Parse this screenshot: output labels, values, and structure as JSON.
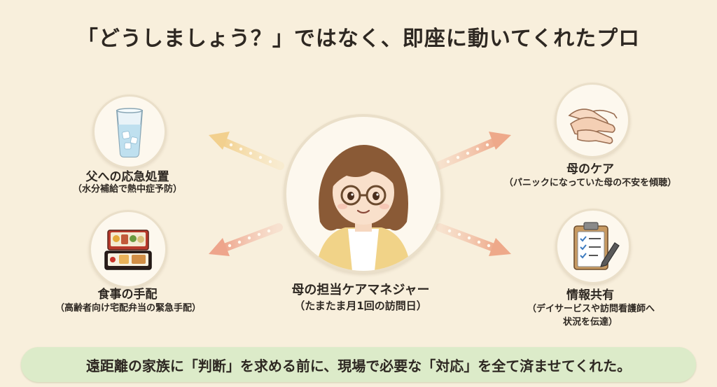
{
  "title": "「どうしましょう？」ではなく、即座に動いてくれたプロ",
  "center": {
    "label": "母の担当ケアマネジャー",
    "sub": "（たまたま月1回の訪問日）",
    "icon": "care-manager-woman-illustration"
  },
  "nodes": {
    "top_left": {
      "label": "父への応急処置",
      "sub": "（水分補給で熱中症予防）",
      "icon": "water-glass-icon"
    },
    "bottom_left": {
      "label": "食事の手配",
      "sub": "（高齢者向け宅配弁当の緊急手配）",
      "icon": "bento-box-icon"
    },
    "top_right": {
      "label": "母のケア",
      "sub": "（パニックになっていた母の不安を傾聴）",
      "icon": "holding-hands-icon"
    },
    "bottom_right": {
      "label": "情報共有",
      "sub_line1": "（デイサービスや訪問看護師へ",
      "sub_line2": "状況を伝達）",
      "icon": "clipboard-checklist-icon"
    }
  },
  "footer": "遠距離の家族に「判断」を求める前に、現場で必要な「対応」を全て済ませてくれた。",
  "colors": {
    "background": "#f8efdc",
    "footer_bar": "#dcebc9",
    "arrow_left_top": "#f4d9a0",
    "arrow_left_bottom": "#f2b9a4",
    "arrow_right": "#f2c3a6"
  }
}
